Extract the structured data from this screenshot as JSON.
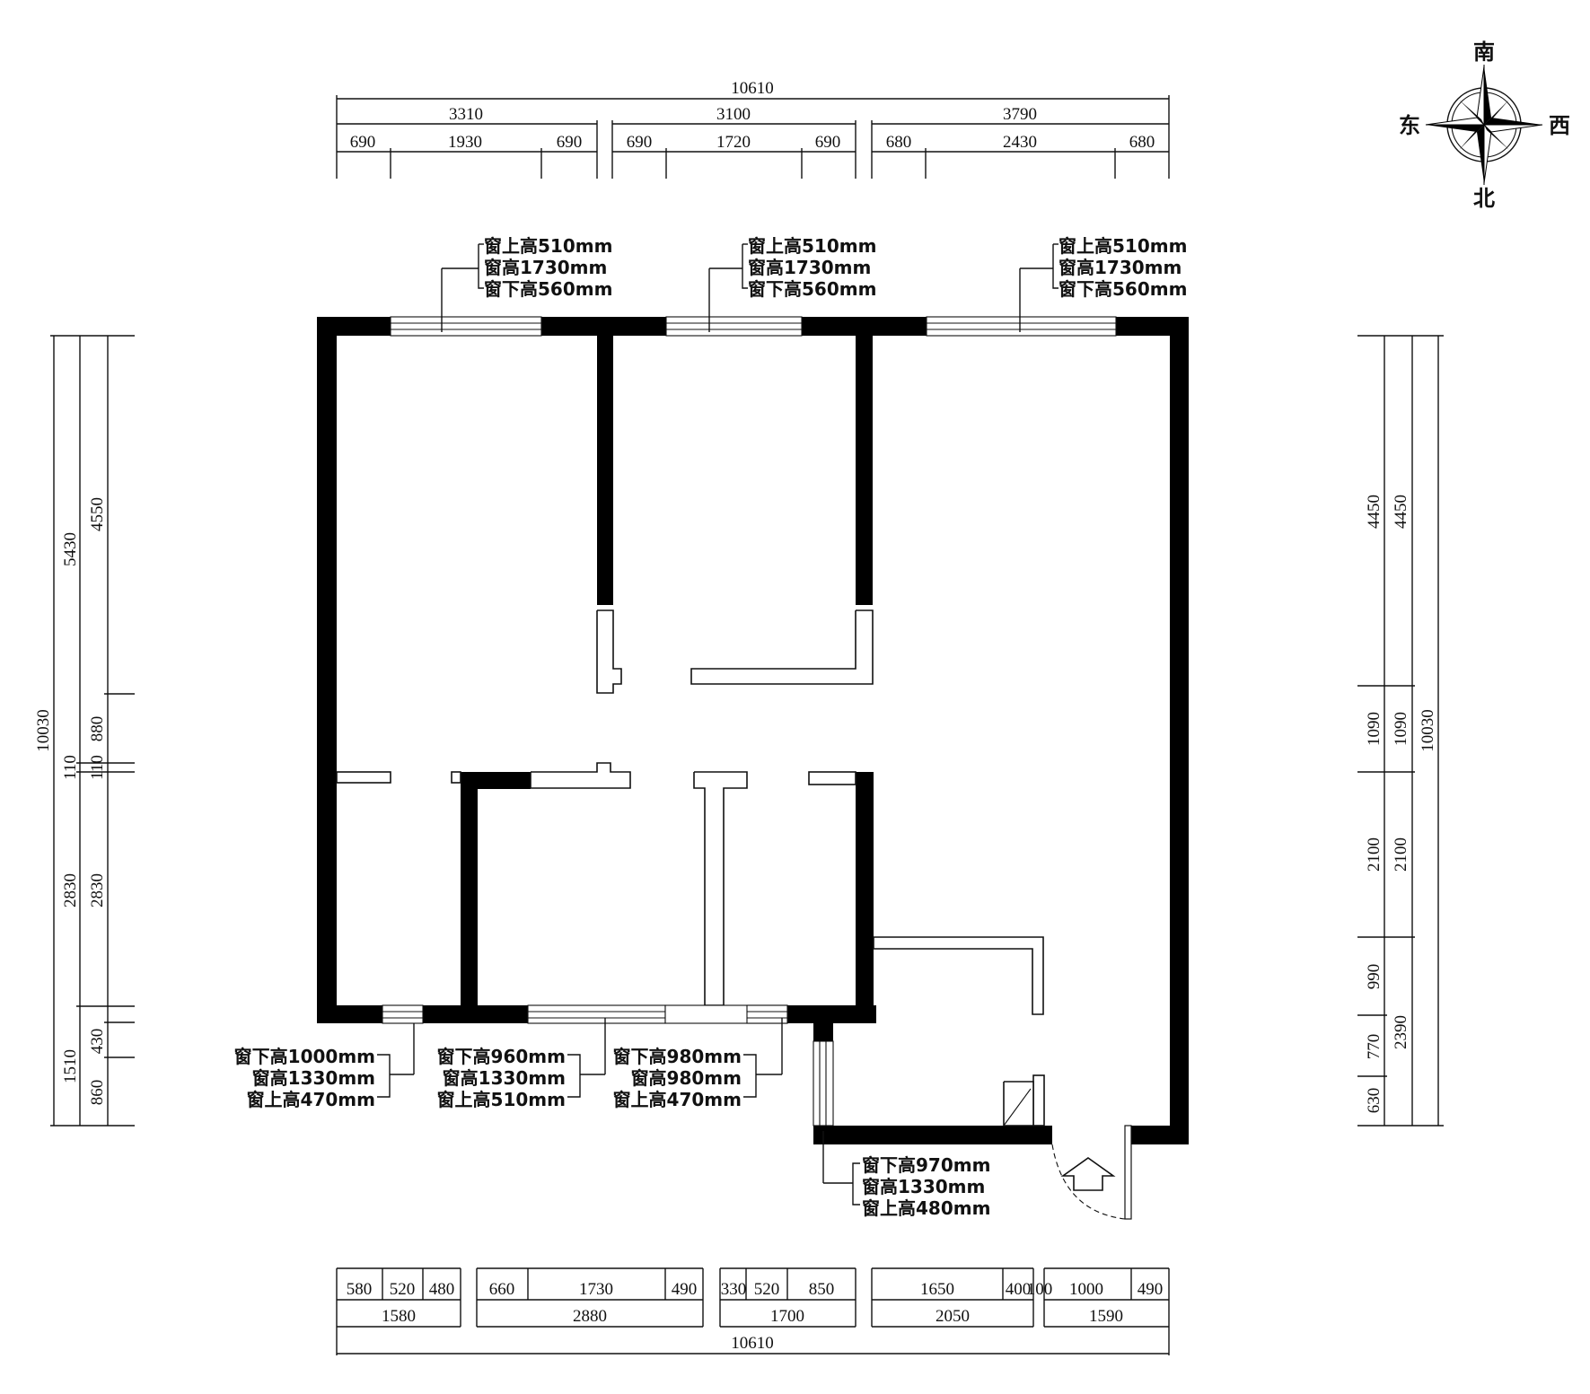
{
  "compass": {
    "south": "南",
    "east": "东",
    "west": "西",
    "north": "北"
  },
  "dimensions": {
    "top_total": "10610",
    "top_mid": [
      "3310",
      "3100",
      "3790"
    ],
    "top_detail": [
      "690",
      "1930",
      "690",
      "690",
      "1720",
      "690",
      "680",
      "2430",
      "680"
    ],
    "bottom_detail": [
      "580",
      "520",
      "480",
      "660",
      "1730",
      "490",
      "330",
      "520",
      "850",
      "1650",
      "400",
      "100",
      "1000",
      "490"
    ],
    "bottom_mid": [
      "1580",
      "2880",
      "1700",
      "2050",
      "1590"
    ],
    "bottom_total": "10610",
    "left_total": "10030",
    "left_mid": [
      "5430",
      "110",
      "2830",
      "1510"
    ],
    "left_inner": [
      "4550",
      "880",
      "110",
      "2830",
      "430",
      "860"
    ],
    "right_total": "10030",
    "right_mid": [
      "4450",
      "1090",
      "2100",
      "2390"
    ],
    "right_inner": [
      "4450",
      "1090",
      "2100",
      "990",
      "770",
      "630"
    ]
  },
  "window_notes": {
    "top_1": [
      "窗上高510mm",
      "窗高1730mm",
      "窗下高560mm"
    ],
    "top_2": [
      "窗上高510mm",
      "窗高1730mm",
      "窗下高560mm"
    ],
    "top_3": [
      "窗上高510mm",
      "窗高1730mm",
      "窗下高560mm"
    ],
    "bottom_1": [
      "窗下高1000mm",
      "窗高1330mm",
      "窗上高470mm"
    ],
    "bottom_2": [
      "窗下高960mm",
      "窗高1330mm",
      "窗上高510mm"
    ],
    "bottom_3": [
      "窗下高980mm",
      "窗高980mm",
      "窗上高470mm"
    ],
    "bottom_4": [
      "窗下高970mm",
      "窗高1330mm",
      "窗上高480mm"
    ]
  }
}
